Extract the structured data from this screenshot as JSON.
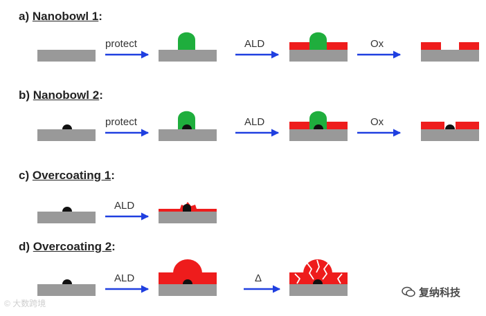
{
  "rows": [
    {
      "letter": "a)",
      "title": "Nanobowl 1",
      "arrows": [
        "protect",
        "ALD",
        "Ox"
      ]
    },
    {
      "letter": "b)",
      "title": "Nanobowl 2",
      "arrows": [
        "protect",
        "ALD",
        "Ox"
      ]
    },
    {
      "letter": "c)",
      "title": "Overcoating 1",
      "arrows": [
        "ALD"
      ]
    },
    {
      "letter": "d)",
      "title": "Overcoating 2",
      "arrows": [
        "ALD",
        "Δ"
      ]
    }
  ],
  "colors": {
    "substrate": "#999999",
    "protect_polymer": "#1fae3d",
    "ald_coating": "#ee1c1c",
    "particle": "#111111",
    "arrow": "#1f3fe0"
  },
  "watermarks": {
    "left": "大数跨境",
    "right": "复纳科技"
  }
}
